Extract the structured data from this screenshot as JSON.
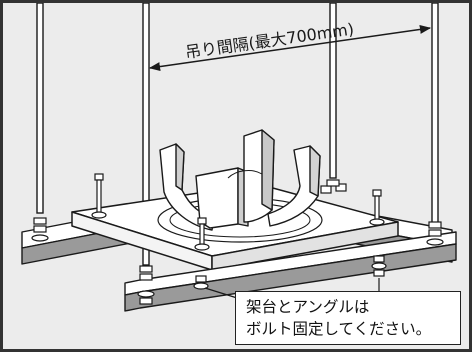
{
  "dimension": {
    "label": "吊り間隔(最大700mm)"
  },
  "callout": {
    "line1": "架台とアングルは",
    "line2": "ボルト固定してください。"
  },
  "colors": {
    "background": "#ececec",
    "line": "#1a1a1a",
    "plate": "#ffffff",
    "angle_shadow": "#9a9a9a"
  }
}
